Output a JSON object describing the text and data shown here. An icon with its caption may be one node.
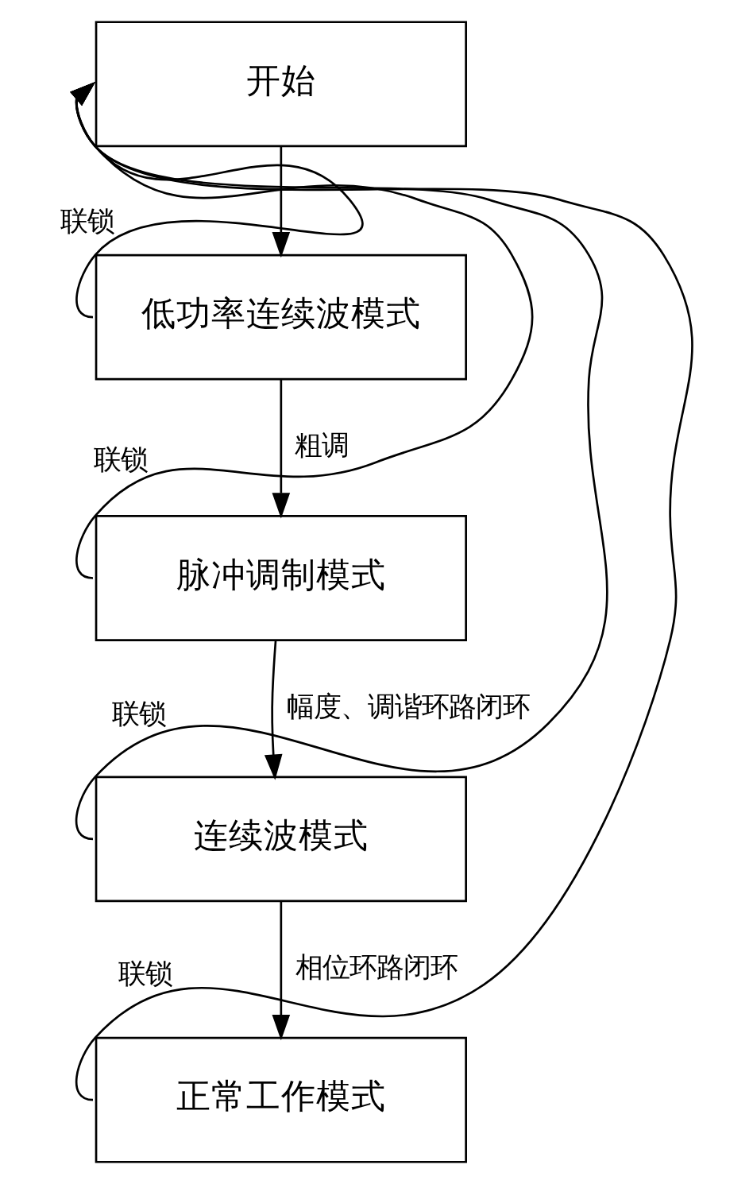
{
  "diagram": {
    "nodes": [
      {
        "text": [
          "开始"
        ]
      },
      {
        "text": [
          "低功率连续波模式"
        ]
      },
      {
        "text": [
          "脉冲调制模式"
        ]
      },
      {
        "text": [
          "连续波模式"
        ]
      },
      {
        "text": [
          "正常工作模式"
        ]
      }
    ],
    "edges": [
      {
        "from": 0,
        "to": 1,
        "arrow": "to"
      },
      {
        "from": 1,
        "to": 2,
        "arrow": "to",
        "label": "粗调"
      },
      {
        "from": 2,
        "to": 3,
        "arrow": "to",
        "label": "幅度、调谐环路闭环"
      },
      {
        "from": 3,
        "to": 4,
        "arrow": "to",
        "label": "相位环路闭环"
      },
      {
        "from": 4,
        "to": 0,
        "arrow": "to",
        "label": "联锁"
      },
      {
        "from": 1,
        "to": 0,
        "arrow": "to",
        "label": "联锁"
      },
      {
        "from": 2,
        "to": 0,
        "arrow": "to",
        "label": "联锁"
      },
      {
        "from": 3,
        "to": 0,
        "arrow": "to",
        "label": "联锁"
      }
    ]
  }
}
